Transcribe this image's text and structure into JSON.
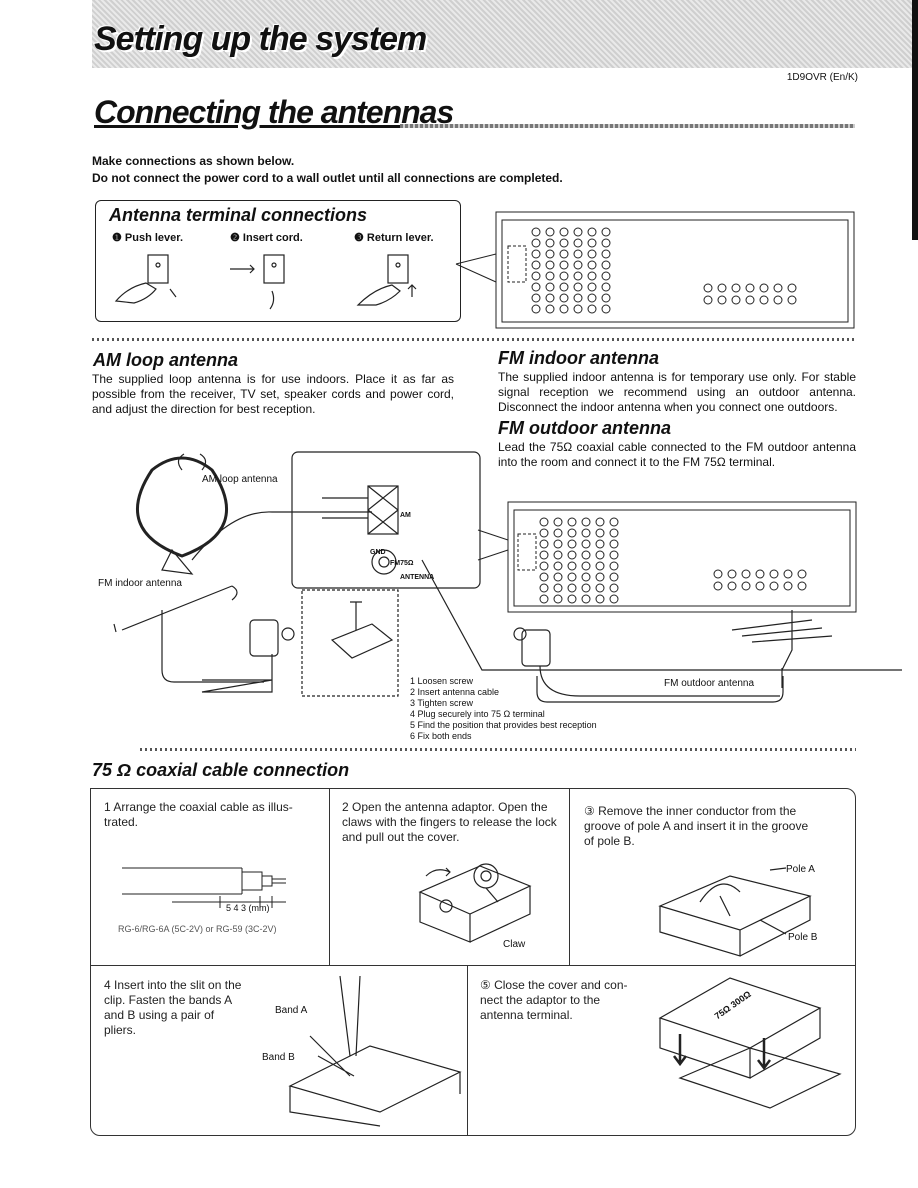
{
  "header": {
    "title": "Setting up the system",
    "model": "1D9OVR (En/K)"
  },
  "section": {
    "title": "Connecting the antennas",
    "instruction_1": "Make connections as shown below.",
    "instruction_2": "Do not connect the power cord to a wall outlet until all connections are completed."
  },
  "terminal": {
    "title": "Antenna terminal connections",
    "steps": [
      "❶ Push lever.",
      "❷ Insert cord.",
      "❸ Return lever."
    ]
  },
  "am": {
    "title": "AM loop antenna",
    "body": "The supplied loop antenna is for use indoors. Place it as far as possible from the receiver, TV set, speaker cords and power cord, and adjust the direction for best reception."
  },
  "fm_indoor": {
    "title": "FM indoor antenna",
    "body": "The supplied indoor antenna is for temporary use only. For stable signal reception we recommend using an outdoor antenna. Disconnect the indoor antenna when you connect one outdoors."
  },
  "fm_outdoor": {
    "title": "FM outdoor antenna",
    "body": "Lead the 75Ω coaxial cable connected to the FM outdoor antenna into the room and connect it to the FM 75Ω terminal."
  },
  "diagram": {
    "am_label": "AM loop antenna",
    "fm_indoor_label": "FM indoor antenna",
    "fm_outdoor_label": "FM outdoor antenna",
    "terminal_am": "AM",
    "terminal_gnd": "GND",
    "terminal_fm": "FM75Ω",
    "terminal_antenna": "ANTENNA",
    "steps": [
      "1  Loosen screw",
      "2  Insert antenna cable",
      "3  Tighten screw",
      "4  Plug securely into 75 Ω terminal",
      "5  Find the position that provides best reception",
      "6  Fix both ends"
    ]
  },
  "coax": {
    "title": "75 Ω coaxial cable connection",
    "step1": "1  Arrange the coaxial cable as illus-trated.",
    "step1_dims": "5  4  3  (mm)",
    "step1_cable": "RG-6/RG-6A (5C-2V) or RG-59 (3C-2V)",
    "step2": "2  Open the antenna adaptor. Open the claws with the fingers to release the lock and pull out the cover.",
    "step2_claw": "Claw",
    "step3": "③  Remove the inner conductor from the groove of pole A and insert it in the groove of pole B.",
    "step3_pole_a": "Pole A",
    "step3_pole_b": "Pole B",
    "step4": "4  Insert into the slit on the clip. Fasten the bands A and B using a pair of pliers.",
    "step4_band_a": "Band A",
    "step4_band_b": "Band B",
    "step5": "⑤  Close the cover and con-nect the adaptor to the antenna terminal.",
    "step5_adaptor": "75Ω 300Ω"
  }
}
